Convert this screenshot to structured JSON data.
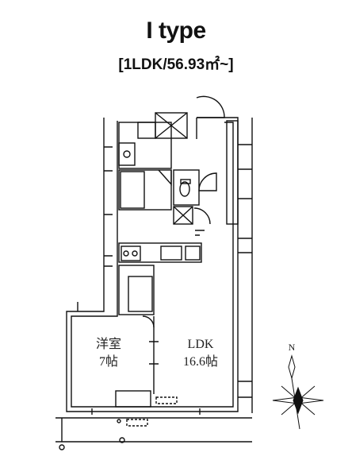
{
  "header": {
    "type_name": "I type",
    "area_label": "[1LDK/56.93㎡~]"
  },
  "rooms": {
    "western_room_name": "洋室",
    "western_room_size": "7帖",
    "ldk_name": "LDK",
    "ldk_size": "16.6帖"
  },
  "compass": {
    "north_label": "N"
  }
}
